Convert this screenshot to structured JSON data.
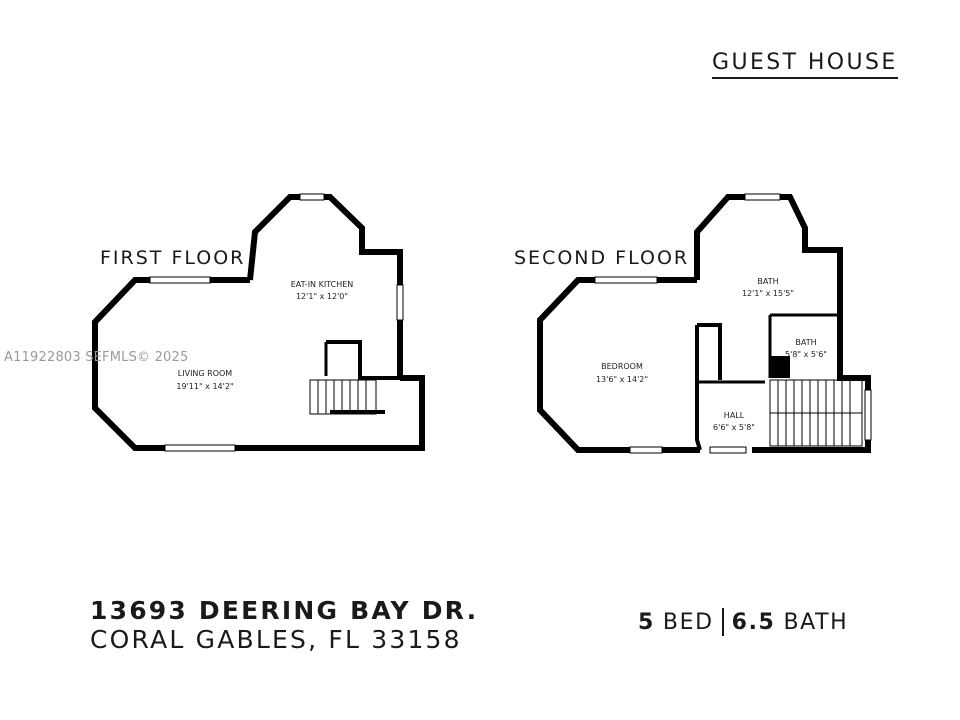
{
  "header": {
    "title": "GUEST HOUSE"
  },
  "watermark": "A11922803  SEFMLS© 2025",
  "first_floor": {
    "title": "FIRST FLOOR",
    "rooms": [
      {
        "name": "EAT-IN KITCHEN",
        "size": "12'1\" x 12'0\""
      },
      {
        "name": "LIVING ROOM",
        "size": "19'11\" x 14'2\""
      }
    ]
  },
  "second_floor": {
    "title": "SECOND FLOOR",
    "rooms": [
      {
        "name": "BATH",
        "size": "12'1\" x 15'5\""
      },
      {
        "name": "BATH",
        "size": "5'8\" x 5'6\""
      },
      {
        "name": "BEDROOM",
        "size": "13'6\" x 14'2\""
      },
      {
        "name": "HALL",
        "size": "6'6\" x 5'8\""
      }
    ]
  },
  "footer": {
    "street": "13693 DEERING BAY DR.",
    "city": "CORAL GABLES, FL 33158",
    "beds_number": "5",
    "beds_label": "BED",
    "baths_number": "6.5",
    "baths_label": "BATH"
  }
}
